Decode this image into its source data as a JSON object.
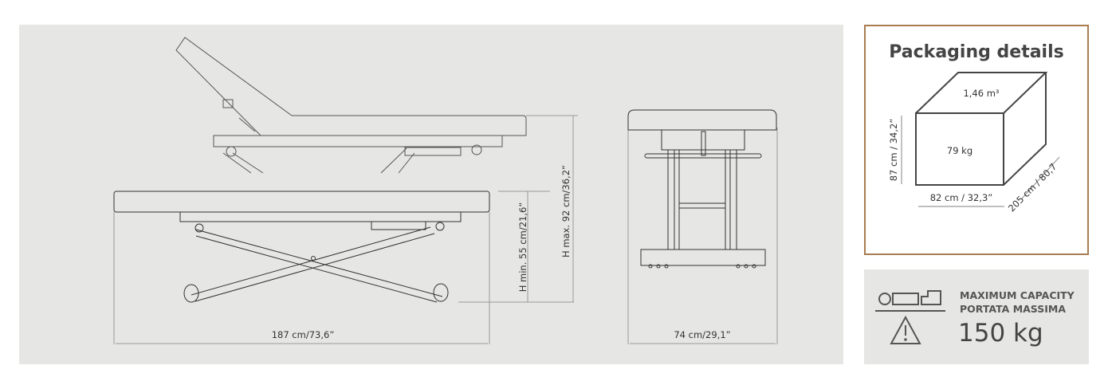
{
  "side_view": {
    "length_label": "187 cm/73,6”",
    "h_min_label": "H min. 55 cm/21,6”",
    "h_max_label": "H max. 92 cm/36,2”"
  },
  "front_view": {
    "width_label": "74 cm/29,1”"
  },
  "packaging": {
    "title": "Packaging details",
    "volume": "1,46 m³",
    "weight": "79 kg",
    "height": "87 cm / 34,2”",
    "width": "82 cm / 32,3”",
    "depth": "205 cm / 80,7"
  },
  "capacity": {
    "line1": "MAXIMUM CAPACITY",
    "line2": "PORTATA MASSIMA",
    "value": "150 kg",
    "icon": "warning-triangle-icon"
  },
  "colors": {
    "panel": "#e6e6e4",
    "border": "#a97c50",
    "line": "#333333"
  }
}
